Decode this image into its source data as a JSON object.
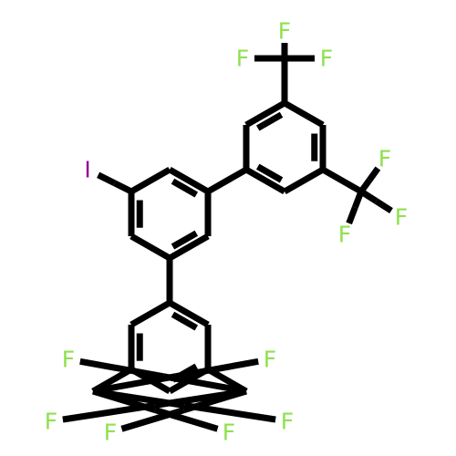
{
  "molecule": {
    "atoms": [
      {
        "id": "c1",
        "element": "C"
      },
      {
        "id": "c2",
        "element": "C"
      },
      {
        "id": "c3",
        "element": "C"
      },
      {
        "id": "c4",
        "element": "C"
      },
      {
        "id": "c5",
        "element": "C"
      },
      {
        "id": "c6",
        "element": "C"
      },
      {
        "id": "i1",
        "element": "I",
        "label": "I",
        "color": "#940094"
      },
      {
        "id": "ca1",
        "element": "C"
      },
      {
        "id": "ca2",
        "element": "C"
      },
      {
        "id": "ca3",
        "element": "C"
      },
      {
        "id": "ca4",
        "element": "C"
      },
      {
        "id": "ca5",
        "element": "C"
      },
      {
        "id": "ca6",
        "element": "C"
      },
      {
        "id": "cf1",
        "element": "C"
      },
      {
        "id": "f1",
        "element": "F",
        "label": "F",
        "color": "#90e050"
      },
      {
        "id": "f2",
        "element": "F",
        "label": "F",
        "color": "#90e050"
      },
      {
        "id": "f3",
        "element": "F",
        "label": "F",
        "color": "#90e050"
      },
      {
        "id": "cf2",
        "element": "C"
      },
      {
        "id": "f4",
        "element": "F",
        "label": "F",
        "color": "#90e050"
      },
      {
        "id": "f5",
        "element": "F",
        "label": "F",
        "color": "#90e050"
      },
      {
        "id": "f6",
        "element": "F",
        "label": "F",
        "color": "#90e050"
      },
      {
        "id": "cb1",
        "element": "C"
      },
      {
        "id": "cb2",
        "element": "C"
      },
      {
        "id": "cb3",
        "element": "C"
      },
      {
        "id": "cb4",
        "element": "C"
      },
      {
        "id": "cb5",
        "element": "C"
      },
      {
        "id": "cb6",
        "element": "C"
      },
      {
        "id": "cf3",
        "element": "C"
      },
      {
        "id": "f7",
        "element": "F",
        "label": "F",
        "color": "#90e050"
      },
      {
        "id": "f8",
        "element": "F",
        "label": "F",
        "color": "#90e050"
      },
      {
        "id": "f9",
        "element": "F",
        "label": "F",
        "color": "#90e050"
      },
      {
        "id": "cf4",
        "element": "C"
      },
      {
        "id": "f10",
        "element": "F",
        "label": "F",
        "color": "#90e050"
      },
      {
        "id": "f11",
        "element": "F",
        "label": "F",
        "color": "#90e050"
      },
      {
        "id": "f12",
        "element": "F",
        "label": "F",
        "color": "#90e050"
      }
    ],
    "bonds": [
      {
        "a": "c1",
        "b": "c2",
        "order": 2
      },
      {
        "a": "c2",
        "b": "c3",
        "order": 1
      },
      {
        "a": "c3",
        "b": "c4",
        "order": 2
      },
      {
        "a": "c4",
        "b": "c5",
        "order": 1
      },
      {
        "a": "c5",
        "b": "c6",
        "order": 2
      },
      {
        "a": "c6",
        "b": "c1",
        "order": 1
      },
      {
        "a": "c6",
        "b": "i1",
        "order": 1
      },
      {
        "a": "c2",
        "b": "ca1",
        "order": 1
      },
      {
        "a": "c4",
        "b": "cb1",
        "order": 1
      },
      {
        "a": "ca1",
        "b": "ca2",
        "order": 2
      },
      {
        "a": "ca2",
        "b": "ca3",
        "order": 1
      },
      {
        "a": "ca3",
        "b": "ca4",
        "order": 2
      },
      {
        "a": "ca4",
        "b": "ca5",
        "order": 1
      },
      {
        "a": "ca5",
        "b": "ca6",
        "order": 2
      },
      {
        "a": "ca6",
        "b": "ca1",
        "order": 1
      },
      {
        "a": "ca3",
        "b": "cf1",
        "order": 1
      },
      {
        "a": "cf1",
        "b": "f1",
        "order": 1
      },
      {
        "a": "cf1",
        "b": "f2",
        "order": 1
      },
      {
        "a": "cf1",
        "b": "f3",
        "order": 1
      },
      {
        "a": "ca5",
        "b": "cf2",
        "order": 1
      },
      {
        "a": "cf2",
        "b": "f4",
        "order": 1
      },
      {
        "a": "cf2",
        "b": "f5",
        "order": 1
      },
      {
        "a": "cf2",
        "b": "f6",
        "order": 1
      },
      {
        "a": "cb1",
        "b": "cb2",
        "order": 2
      },
      {
        "a": "cb2",
        "b": "cb3",
        "order": 1
      },
      {
        "a": "cb3",
        "b": "cb4",
        "order": 2
      },
      {
        "a": "cb4",
        "b": "cb5",
        "order": 1
      },
      {
        "a": "cb5",
        "b": "cb6",
        "order": 2
      },
      {
        "a": "cb6",
        "b": "cb1",
        "order": 1
      },
      {
        "a": "cb3",
        "b": "cf3",
        "order": 1
      },
      {
        "a": "cf3",
        "b": "f7",
        "order": 1
      },
      {
        "a": "cf3",
        "b": "f8",
        "order": 1
      },
      {
        "a": "cf3",
        "b": "f9",
        "order": 1
      },
      {
        "a": "cb5",
        "b": "cf4",
        "order": 1
      },
      {
        "a": "cf4",
        "b": "f10",
        "order": 1
      },
      {
        "a": "cf4",
        "b": "f11",
        "order": 1
      },
      {
        "a": "cf4",
        "b": "f12",
        "order": 1
      }
    ],
    "bond_color": "#000000"
  }
}
